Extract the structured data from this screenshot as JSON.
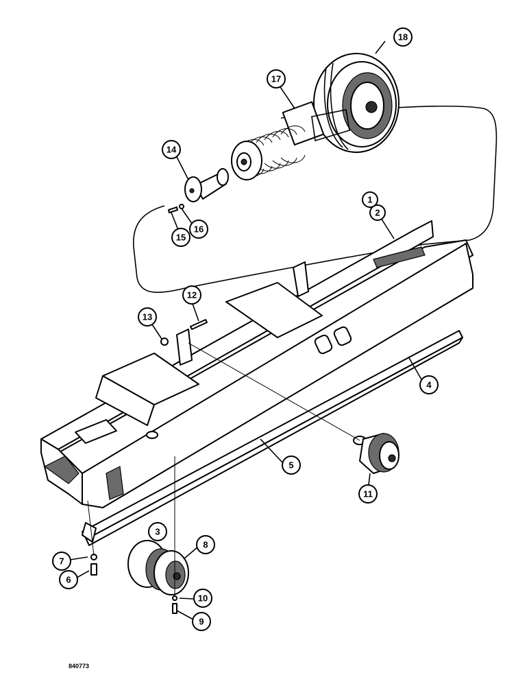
{
  "figure_id": "840773",
  "callouts": [
    "1",
    "2",
    "3",
    "4",
    "5",
    "6",
    "7",
    "8",
    "9",
    "10",
    "11",
    "12",
    "13",
    "14",
    "15",
    "16",
    "17",
    "18"
  ]
}
